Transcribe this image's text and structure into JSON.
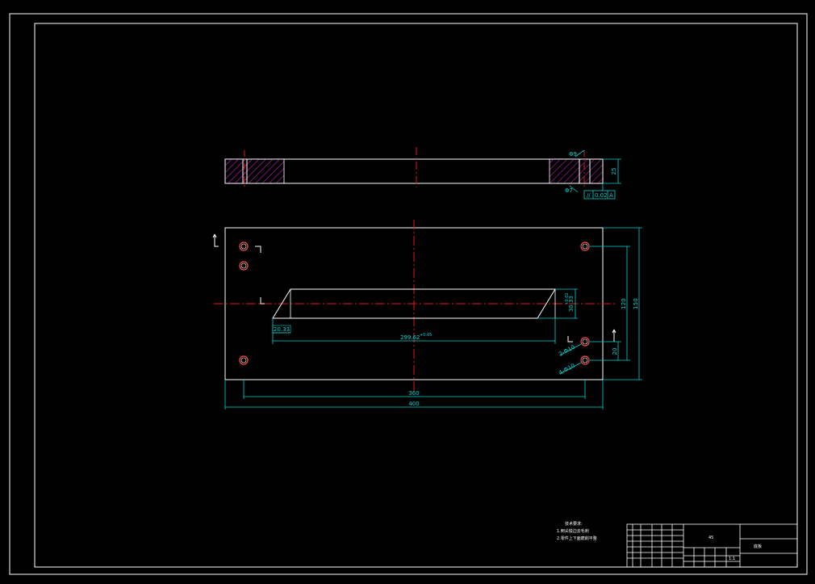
{
  "colors": {
    "background": "#000000",
    "outline": "#ffffff",
    "dimension": "#00d4d4",
    "centerline": "#e01818",
    "hatch": "#c020c0",
    "hole": "#ff4a4a"
  },
  "top_view": {
    "dims": {
      "height": "25",
      "counterbore": "Φ9",
      "through": "Φ7"
    },
    "tolerance": {
      "symbol": "//",
      "value": "0.02",
      "datum": "A"
    }
  },
  "plan_view": {
    "dims": {
      "hole_spacing": "360",
      "overall_length": "400",
      "slot_length": "299.62",
      "slot_length_tol": "+0.05",
      "slot_width": "30.33",
      "slot_width_tol": "+0.02",
      "slot_offset": "20.33",
      "height_inner": "120",
      "height_outer": "150",
      "hole_offset": "20",
      "hole_note_1": "2-Φ10",
      "hole_note_2": "4-Φ10"
    }
  },
  "notes": {
    "title": "技术要求:",
    "line1": "1.倒尖锐边去毛刺",
    "line2": "2.零件上下面磨削平整"
  },
  "title_block": {
    "part_name": "底板",
    "scale": "1:1",
    "material": "45"
  }
}
